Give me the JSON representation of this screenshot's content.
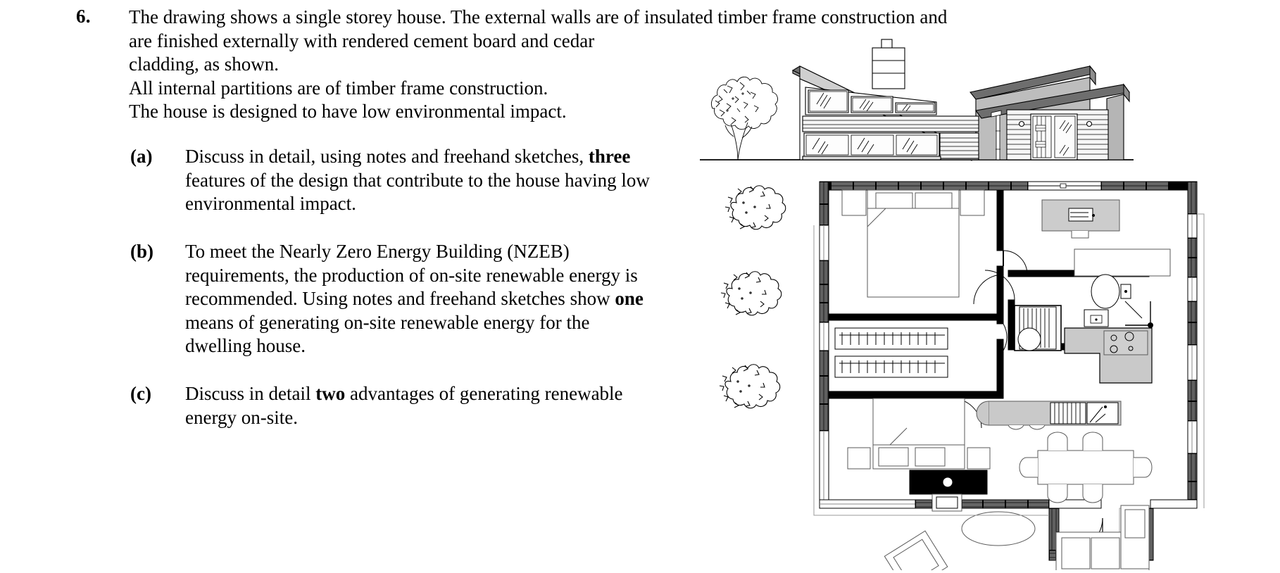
{
  "question": {
    "number": "6.",
    "intro_lines": [
      "The drawing shows a single storey house.  The external walls are of insulated timber frame construction and",
      "are finished externally with rendered cement board and cedar",
      "cladding, as shown.",
      "All internal partitions are of timber frame construction.",
      "The house is designed to have low environmental impact."
    ],
    "parts": [
      {
        "tag": "(a)",
        "lines": [
          [
            {
              "t": "Discuss in detail, using notes and freehand sketches",
              "b": false
            },
            {
              "t": ", ",
              "b": false
            },
            {
              "t": "three",
              "b": true
            }
          ],
          [
            {
              "t": "features of the design that contribute to the house having low",
              "b": false
            }
          ],
          [
            {
              "t": "environmental impact.",
              "b": false
            }
          ]
        ]
      },
      {
        "tag": "(b)",
        "lines": [
          [
            {
              "t": "To meet the Nearly Zero Energy Building (NZEB)",
              "b": false
            }
          ],
          [
            {
              "t": "requirements, the production of on-site renewable energy is",
              "b": false
            }
          ],
          [
            {
              "t": "recommended.  Using notes and freehand sketches show ",
              "b": false
            },
            {
              "t": "one",
              "b": true
            }
          ],
          [
            {
              "t": "means of generating on-site renewable energy for the",
              "b": false
            }
          ],
          [
            {
              "t": "dwelling house.",
              "b": false
            }
          ]
        ]
      },
      {
        "tag": "(c)",
        "lines": [
          [
            {
              "t": "Discuss in detail ",
              "b": false
            },
            {
              "t": "two",
              "b": true
            },
            {
              "t": " advantages of generating renewable",
              "b": false
            }
          ],
          [
            {
              "t": "energy on-site.",
              "b": false
            }
          ]
        ]
      }
    ]
  },
  "drawings": {
    "elevation": {
      "name": "house-front-elevation",
      "description": "Front elevation of a single storey house with mono-pitch roofs, chimney, large glazed windows, horizontal cedar cladding, rendered panel and glazed entrance door, with a deciduous tree to the left",
      "colors": {
        "outline": "#000000",
        "render_panel": "#b9b9b9",
        "roof_fascia": "#6e6e6e",
        "roof_soffit": "#c8c8c8",
        "glass": "#fdfdfd",
        "cladding": "#f2f2f2"
      }
    },
    "floorplan": {
      "name": "house-ground-floor-plan",
      "description": "Ground floor plan showing two bedrooms with beds and wardrobes, hall, bathroom with WC, wash hand basin and bath, kitchen with sink, hob and island, dining area with table and six chairs, living area with sofa, armchair, rug and stove, external walls hatched, three shrubs to the left and an entrance porch to the bottom",
      "colors": {
        "wall_fill": "#000000",
        "furniture_line": "#555555",
        "fitting_fill": "#c9c9c9"
      }
    }
  }
}
